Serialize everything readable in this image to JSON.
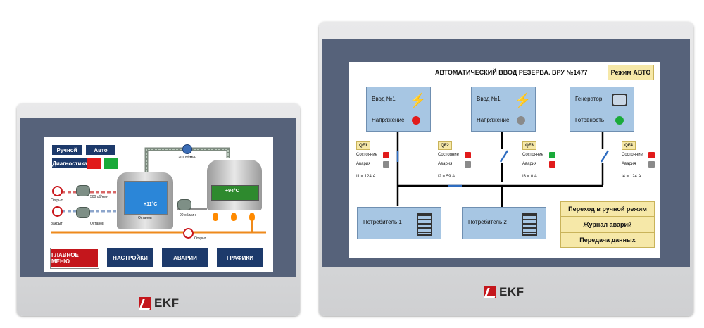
{
  "colors": {
    "red": "#e11b1b",
    "green": "#1aaa3a",
    "gray": "#8a8a8a",
    "navy": "#1d3a6b",
    "blue": "#4a7fc1",
    "yellow": "#f6e8a8"
  },
  "left_panel": {
    "logo_text": "EKF",
    "mode_buttons": {
      "manual": "Ручной",
      "auto": "Авто",
      "diagnostics": "Диагностика"
    },
    "pump_speed_label": "200 об/мин",
    "valve1": {
      "speed": "500 об/мин",
      "state": "Открыт"
    },
    "valve2": {
      "state": "Закрыт",
      "motor_state": "Останов"
    },
    "pump2": {
      "speed": "90 об/мин"
    },
    "tank1": {
      "temp": "+11°C",
      "state": "Останов"
    },
    "tank2": {
      "temp": "+94°C"
    },
    "bottom_valve_state": "Открыт",
    "nav": {
      "main_menu": "ГЛАВНОЕ МЕНЮ",
      "settings": "НАСТРОЙКИ",
      "alarms": "АВАРИИ",
      "graphs": "ГРАФИКИ"
    }
  },
  "right_panel": {
    "logo_text": "EKF",
    "title": "АВТОМАТИЧЕСКИЙ ВВОД РЕЗЕРВА. ВРУ №1477",
    "mode_badge": "Режим АВТО",
    "sources": [
      {
        "name": "Ввод №1",
        "status_label": "Напряжение",
        "status": "red"
      },
      {
        "name": "Ввод №1",
        "status_label": "Напряжение",
        "status": "gray"
      },
      {
        "name": "Генератор",
        "status_label": "Готовность",
        "status": "green"
      }
    ],
    "breakers": [
      {
        "id": "QF1",
        "state_label": "Состояние",
        "alarm_label": "Авария",
        "current": "I1 = 124 А",
        "state": "red",
        "alarm": "gray"
      },
      {
        "id": "QF2",
        "state_label": "Состояние",
        "alarm_label": "Авария",
        "current": "I2 = 59 А",
        "state": "red",
        "alarm": "gray"
      },
      {
        "id": "QF3",
        "state_label": "Состояние",
        "alarm_label": "Авария",
        "current": "I3 = 0 А",
        "state": "green",
        "alarm": "red"
      },
      {
        "id": "QF4",
        "state_label": "Состояние",
        "alarm_label": "Авария",
        "current": "I4 = 124 А",
        "state": "red",
        "alarm": "gray"
      }
    ],
    "consumers": [
      "Потребитель 1",
      "Потребитель 2"
    ],
    "actions": [
      "Переход в ручной режим",
      "Журнал аварий",
      "Передача данных"
    ]
  }
}
